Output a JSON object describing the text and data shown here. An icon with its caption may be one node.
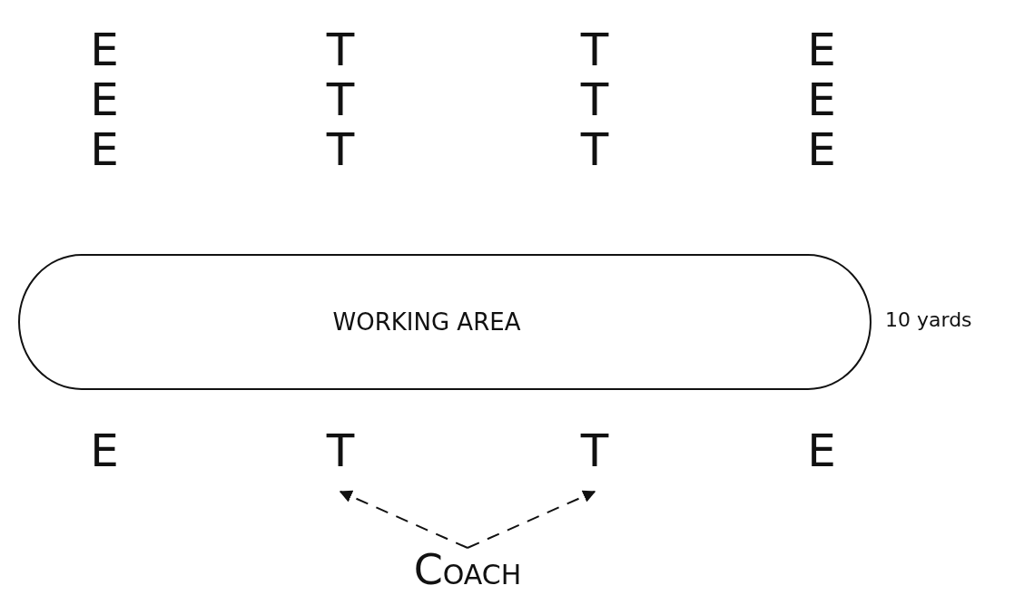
{
  "diagram": {
    "nodes": [
      {
        "text": [
          "WORKING AREA"
        ],
        "beside": [
          "10 yards"
        ]
      },
      {
        "text": [
          "T"
        ]
      },
      {
        "text": [
          "T"
        ]
      },
      {
        "text": [
          "COACH"
        ]
      }
    ],
    "edges": [
      {
        "from": 3,
        "to": 1,
        "arrow": "to",
        "style": "dashed"
      },
      {
        "from": 3,
        "to": 2,
        "arrow": "to",
        "style": "dashed"
      }
    ],
    "labels": [
      "E",
      "T",
      "T",
      "E",
      "E",
      "T",
      "T",
      "E",
      "E",
      "T",
      "T",
      "E",
      "E",
      "E"
    ]
  }
}
